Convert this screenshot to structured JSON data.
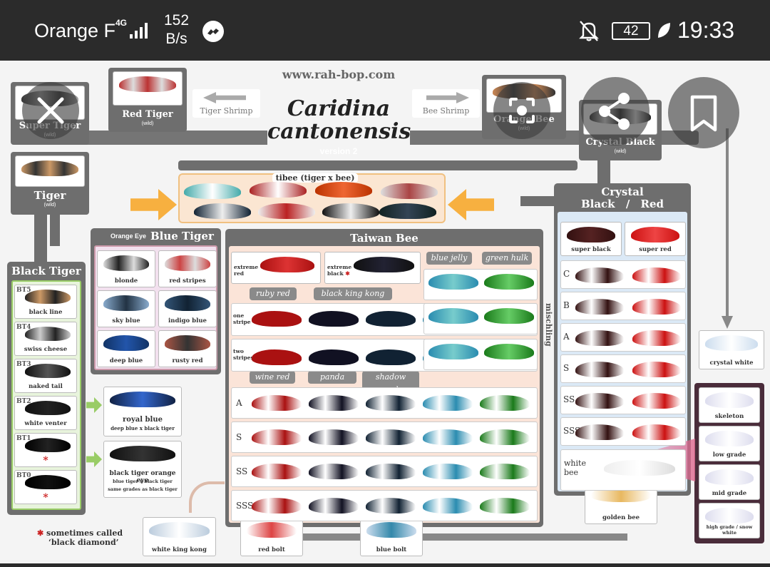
{
  "status": {
    "carrier": "Orange F",
    "network": "4G",
    "speed": "152\nB/s",
    "battery": "42",
    "time": "19:33"
  },
  "infographic": {
    "url": "www.rah-bop.com",
    "title_line1": "Caridina",
    "title_line2": "cantonensis",
    "version": "version 2",
    "tiger_shrimp_label": "Tiger Shrimp",
    "bee_shrimp_label": "Bee Shrimp",
    "super_tiger": "Super Tiger",
    "super_tiger_sub": "(wild)",
    "red_tiger": "Red Tiger",
    "red_tiger_sub": "(wild)",
    "orange_bee": "Orange Bee",
    "orange_bee_sub": "(wild)",
    "crystal_black_wild": "Crystal Black",
    "crystal_black_wild_sub": "(wild)",
    "tiger": "Tiger",
    "tiger_sub": "(wild)",
    "tibee": "tibee (tiger x bee)",
    "black_tiger": {
      "title": "Black Tiger",
      "items": [
        {
          "grade": "BT5",
          "label": "black line"
        },
        {
          "grade": "BT4",
          "label": "swiss cheese"
        },
        {
          "grade": "BT3",
          "label": "naked tail"
        },
        {
          "grade": "BT2",
          "label": "white venter"
        },
        {
          "grade": "BT1",
          "label": "*"
        },
        {
          "grade": "BT0",
          "label": "*"
        }
      ]
    },
    "blue_tiger": {
      "prefix": "Orange Eye",
      "title": "Blue Tiger",
      "items": [
        "blonde",
        "red stripes",
        "sky blue",
        "indigo blue",
        "deep blue",
        "rusty red"
      ]
    },
    "royal_blue": {
      "label": "royal blue",
      "sub": "deep blue x black tiger"
    },
    "black_tiger_orange_eye": {
      "label": "black tiger orange eye",
      "sub1": "blue tiger x black tiger",
      "sub2": "same grades as black tiger"
    },
    "footnote_line1": "sometimes called",
    "footnote_line2": "‘black diamond’",
    "taiwan_bee": {
      "title": "Taiwan Bee",
      "extreme_red": "extreme red",
      "extreme_black": "extreme black",
      "pills": [
        "blue jelly",
        "green hulk",
        "ruby red",
        "black king kong",
        "wine red",
        "panda",
        "shadow panda"
      ],
      "one_stripe": "one stripe",
      "two_stripes": "two stripes",
      "grades": [
        "A",
        "S",
        "SS",
        "SSS"
      ]
    },
    "miscling": "mischling",
    "crystal": {
      "title_line1": "Crystal",
      "title_black": "Black",
      "slash": "/",
      "title_red": "Red",
      "super_black": "super black",
      "super_red": "super red",
      "grades": [
        "C",
        "B",
        "A",
        "S",
        "SS",
        "SSS"
      ],
      "white_bee": "white bee"
    },
    "crystal_white": "crystal white",
    "golden_bee": "golden bee",
    "white_grades": [
      "skeleton",
      "low grade",
      "mid grade",
      "high grade / snow white"
    ],
    "white_king_kong": "white king kong",
    "red_bolt": "red bolt",
    "blue_bolt": "blue bolt"
  },
  "overlay": {
    "close": "close-icon",
    "lens": "lens-icon",
    "share": "share-icon",
    "bookmark": "bookmark-icon"
  }
}
